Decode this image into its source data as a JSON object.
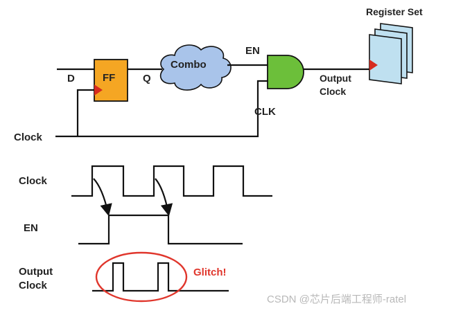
{
  "circuit": {
    "register_set_label": "Register Set",
    "ff_label": "FF",
    "d_label": "D",
    "q_label": "Q",
    "combo_label": "Combo",
    "en_label": "EN",
    "clk_label": "CLK",
    "output_clock_label_line1": "Output",
    "output_clock_label_line2": "Clock",
    "clock_label": "Clock"
  },
  "waveforms": {
    "clock_label": "Clock",
    "en_label": "EN",
    "output_clock_label_line1": "Output",
    "output_clock_label_line2": "Clock",
    "glitch_label": "Glitch!"
  },
  "watermark": "CSDN @芯片后端工程师-ratel",
  "colors": {
    "ff_fill": "#f5a623",
    "combo_fill": "#a9c4ea",
    "and_gate_fill": "#6cbf3a",
    "register_fill": "#bfe0f0",
    "clock_marker": "#d62b1f",
    "glitch": "#e0362c"
  }
}
